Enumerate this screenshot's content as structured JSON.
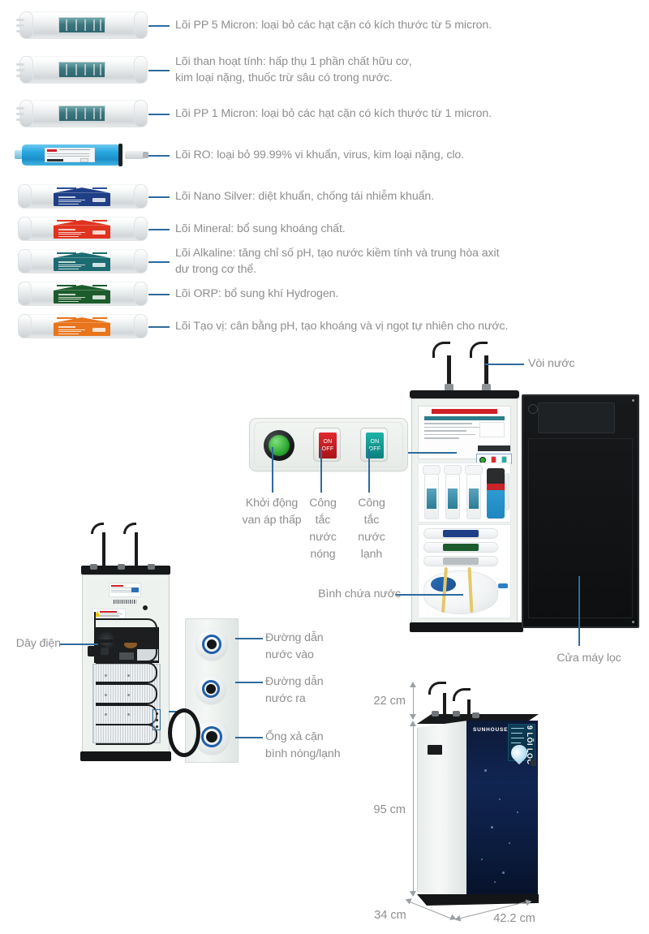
{
  "meta": {
    "brand": "SUNHOUSE",
    "product_panel_text": "9 LÕI LỌC",
    "accent_line_color": "#2e6b9e",
    "text_color": "#8e8e8e",
    "background_color": "#ffffff"
  },
  "filters": [
    {
      "id": "pp5",
      "label": "Lõi PP 5 Micron: loại bỏ các hạt cặn có kích thước từ 5 micron.",
      "cartridge_type": "inline-pp",
      "label_color": "#3d767f"
    },
    {
      "id": "carbon",
      "label": "Lõi than hoạt tính: hấp thụ 1 phần chất hữu cơ,\nkim loại nặng, thuốc trừ sâu có trong nước.",
      "cartridge_type": "inline-pp",
      "label_color": "#3d767f"
    },
    {
      "id": "pp1",
      "label": "Lõi PP 1 Micron: loại bỏ các hạt cặn có kích thước từ 1 micron.",
      "cartridge_type": "inline-pp",
      "label_color": "#3d767f"
    },
    {
      "id": "ro",
      "label": "Lõi RO: loại bỏ 99.99% vi khuẩn, virus, kim loại nặng, clo.",
      "cartridge_type": "ro-membrane",
      "label_color": "#29a8e0"
    },
    {
      "id": "nano-silver",
      "label": "Lõi Nano Silver: diệt khuẩn, chống tái nhiễm khuẩn.",
      "cartridge_type": "post-filter",
      "label_color": "#1f3f86"
    },
    {
      "id": "mineral",
      "label": "Lõi Mineral: bổ sung khoáng chất.",
      "cartridge_type": "post-filter",
      "label_color": "#e0331f"
    },
    {
      "id": "alkaline",
      "label": "Lõi Alkaline: tăng chỉ số pH, tạo nước kiềm tính và trung hòa axit\ndư trong cơ thể.",
      "cartridge_type": "post-filter",
      "label_color": "#1d6b72"
    },
    {
      "id": "orp",
      "label": "Lõi ORP: bổ sung khí Hydrogen.",
      "cartridge_type": "post-filter",
      "label_color": "#1c5c2c"
    },
    {
      "id": "taovi",
      "label": "Lõi Tạo vị: cân bằng pH, tạo khoáng và vị ngọt tự nhiên cho nước.",
      "cartridge_type": "post-filter",
      "label_color": "#e8741b"
    }
  ],
  "control_panel": {
    "start_button": {
      "label": "Khởi động\nvan áp thấp",
      "color": "#2faa35"
    },
    "hot_switch": {
      "label": "Công\ntắc\nnước\nnóng",
      "on_text": "ON",
      "off_text": "OFF",
      "color": "#e02a2e"
    },
    "cold_switch": {
      "label": "Công\ntắc\nnước\nlạnh",
      "on_text": "ON",
      "off_text": "OFF",
      "color": "#1fb3a6"
    }
  },
  "unit_callouts": {
    "faucet": "Vòi nước",
    "tank": "Bình chứa nước",
    "door": "Cửa máy lọc"
  },
  "rear_callouts": {
    "power_cord": "Dây điện",
    "water_in": "Đường dẫn\nnước vào",
    "water_out": "Đường dẫn\nnước ra",
    "drain": "Ống xả cặn\nbình nóng/lạnh"
  },
  "dimensions": {
    "top_height": "22 cm",
    "body_height": "95 cm",
    "depth": "34 cm",
    "width": "42.2 cm"
  }
}
